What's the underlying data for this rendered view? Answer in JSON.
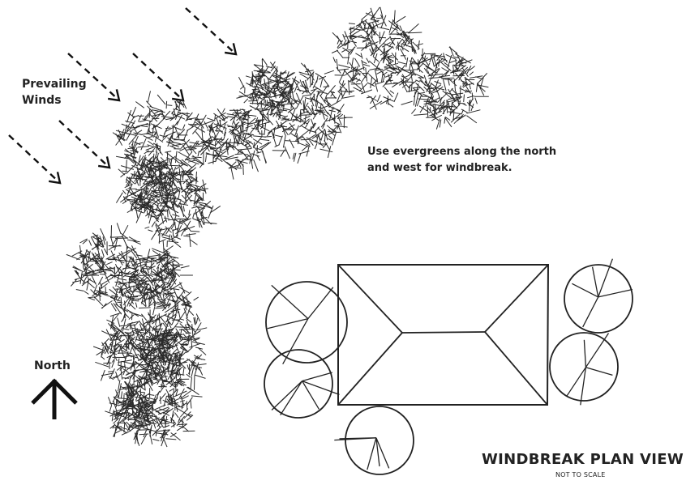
{
  "labels": {
    "wind_line1": "Prevailing",
    "wind_line2": "Winds",
    "advice_line1": "Use evergreens along the north",
    "advice_line2": "and west for windbreak.",
    "north": "North",
    "title": "WINDBREAK PLAN VIEW",
    "subtitle": "NOT TO SCALE"
  },
  "colors": {
    "ink": "#222222",
    "foliage": "#2a2a2a",
    "background": "#ffffff"
  },
  "icons": {
    "wind": "dashed-arrow-icon",
    "north": "north-arrow-icon",
    "evergreen": "evergreen-cluster-icon",
    "deciduous": "deciduous-tree-icon",
    "house": "house-roof-icon"
  }
}
